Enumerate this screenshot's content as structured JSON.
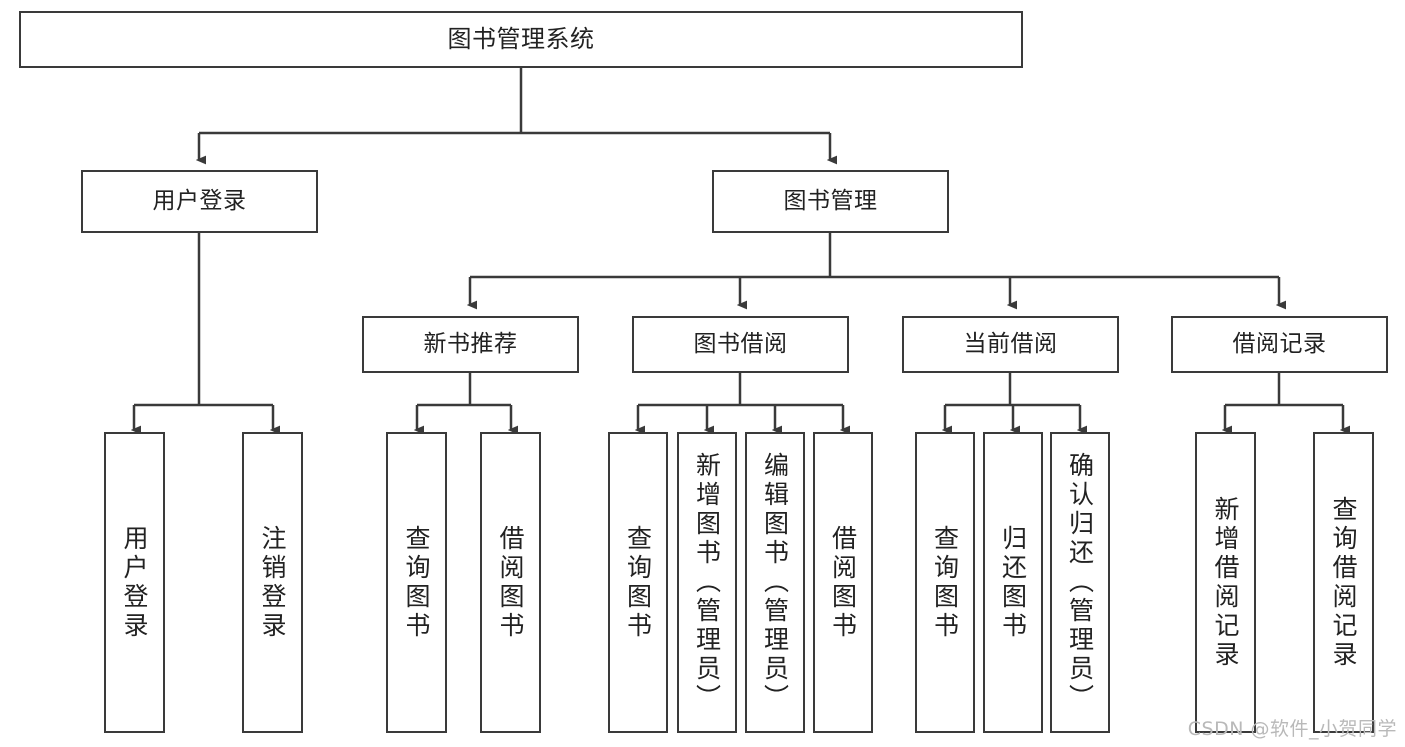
{
  "diagram": {
    "type": "tree-hierarchy-chart",
    "title": "图书管理系统",
    "watermark": "CSDN @软件_小贺同学",
    "colors": {
      "stroke": "#3a3a3a",
      "fill": "#ffffff",
      "text": "#222222",
      "watermark": "#b9b9b9"
    },
    "nodes": {
      "root": {
        "label": "图书管理系统"
      },
      "level2": [
        {
          "label": "用户登录"
        },
        {
          "label": "图书管理"
        }
      ],
      "level3": [
        {
          "label": "新书推荐"
        },
        {
          "label": "图书借阅"
        },
        {
          "label": "当前借阅"
        },
        {
          "label": "借阅记录"
        }
      ],
      "leaves_user_login": [
        {
          "label": "用户登录"
        },
        {
          "label": "注销登录"
        }
      ],
      "leaves_new_book": [
        {
          "label": "查询图书"
        },
        {
          "label": "借阅图书"
        }
      ],
      "leaves_borrow": [
        {
          "label": "查询图书"
        },
        {
          "label": "新增图书（管理员）"
        },
        {
          "label": "编辑图书（管理员）"
        },
        {
          "label": "借阅图书"
        }
      ],
      "leaves_current": [
        {
          "label": "查询图书"
        },
        {
          "label": "归还图书"
        },
        {
          "label": "确认归还（管理员）"
        }
      ],
      "leaves_records": [
        {
          "label": "新增借阅记录"
        },
        {
          "label": "查询借阅记录"
        }
      ]
    }
  }
}
